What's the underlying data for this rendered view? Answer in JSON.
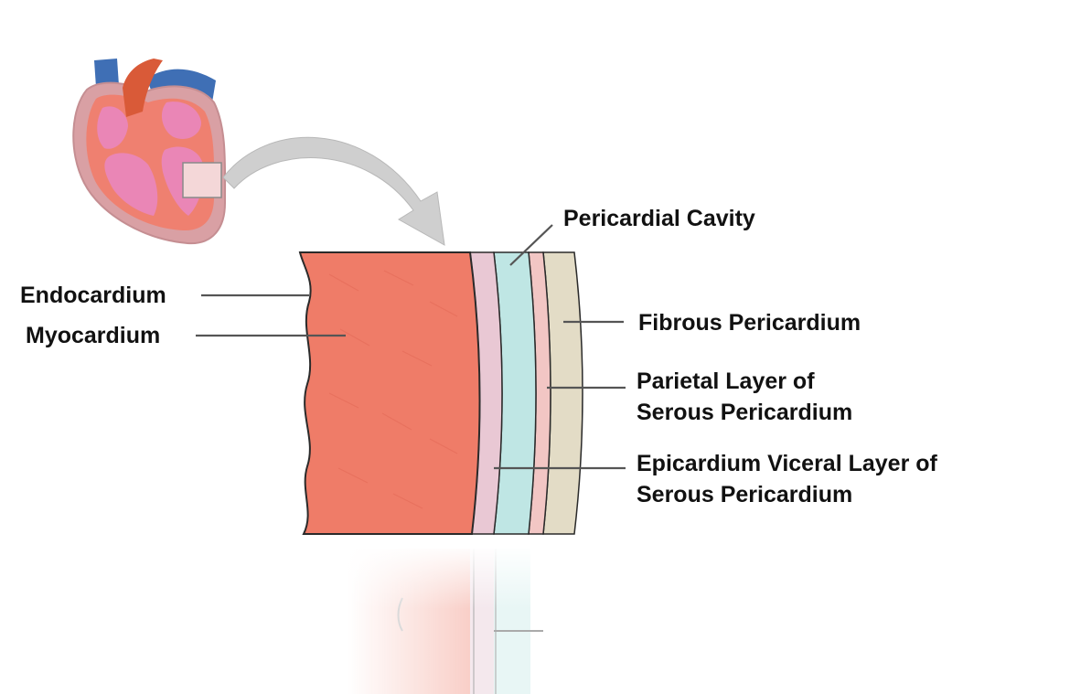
{
  "labels": {
    "pericardial_cavity": "Pericardial Cavity",
    "endocardium": "Endocardium",
    "myocardium": "Myocardium",
    "fibrous_pericardium": "Fibrous Pericardium",
    "parietal_layer_line1": "Parietal Layer of",
    "parietal_layer_line2": "Serous Pericardium",
    "epicardium_line1": "Epicardium Viceral Layer of",
    "epicardium_line2": "Serous Pericardium"
  },
  "colors": {
    "myocardium": "#ef7c68",
    "epicardium": "#e9c8d4",
    "pericardial_cavity": "#bfe6e4",
    "parietal_layer": "#f2c6c4",
    "fibrous_pericardium": "#e3dcc6",
    "heart_outer": "#d9a0a4",
    "heart_muscle": "#ef8070",
    "heart_chamber": "#ea86b6",
    "aorta": "#d95a38",
    "vessels": "#3f6fb5",
    "arrow": "#cfcfcf",
    "leader_lines": "#555555"
  }
}
